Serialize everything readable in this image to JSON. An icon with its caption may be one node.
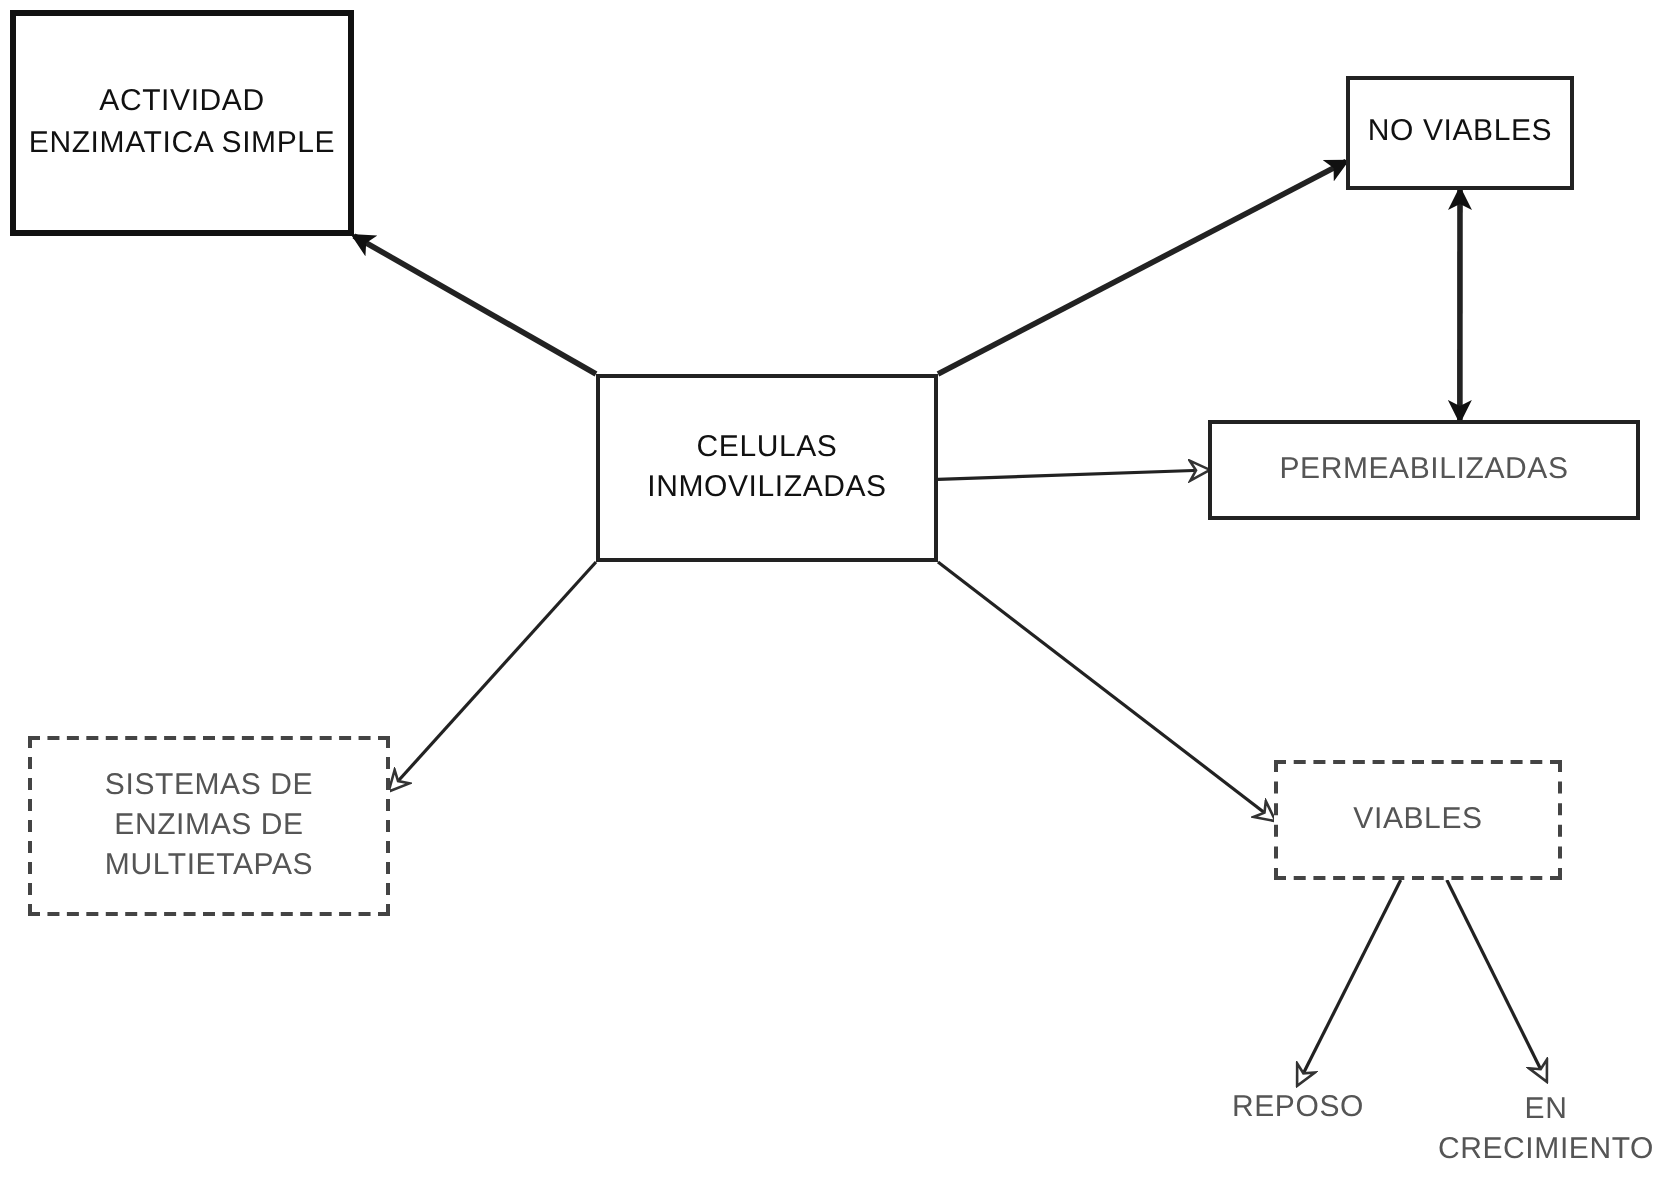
{
  "diagram": {
    "nodes": [
      {
        "text": [
          "ACTIVIDAD ENZIMATICA SIMPLE"
        ]
      },
      {
        "text": [
          "NO VIABLES"
        ]
      },
      {
        "text": [
          "CELULAS INMOVILIZADAS"
        ]
      },
      {
        "text": [
          "PERMEABILIZADAS"
        ]
      },
      {
        "text": [
          "SISTEMAS DE ENZIMAS DE MULTIETAPAS"
        ]
      },
      {
        "text": [
          "VIABLES"
        ]
      },
      {
        "text": [
          "REPOSO"
        ]
      },
      {
        "text": [
          "EN CRECIMIENTO"
        ]
      }
    ],
    "edges": [
      {
        "from": 2,
        "to": 0,
        "arrow": "to"
      },
      {
        "from": 2,
        "to": 1,
        "arrow": "to"
      },
      {
        "from": 2,
        "to": 3,
        "arrow": "to"
      },
      {
        "from": 1,
        "to": 3,
        "arrow": "both"
      },
      {
        "from": 2,
        "to": 4,
        "arrow": "to"
      },
      {
        "from": 2,
        "to": 5,
        "arrow": "to"
      },
      {
        "from": 5,
        "to": 6,
        "arrow": "to"
      },
      {
        "from": 5,
        "to": 7,
        "arrow": "to"
      }
    ]
  }
}
